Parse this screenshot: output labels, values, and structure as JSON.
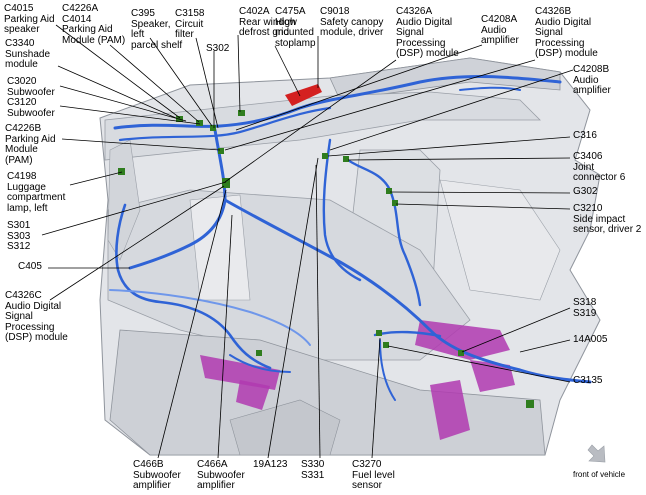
{
  "labels": {
    "c4015": "C4015\nParking Aid\nspeaker",
    "c4226a": "C4226A\nC4014\nParking Aid\nModule (PAM)",
    "c395": "C395\nSpeaker,\nleft\nparcel shelf",
    "c3158": "C3158\nCircuit\nfilter",
    "s302": "S302",
    "c402a": "C402A\nRear window\ndefrost grid",
    "c475a": "C475A\nHigh\nmounted\nstoplamp",
    "c9018": "C9018\nSafety canopy\nmodule, driver",
    "c4326a": "C4326A\nAudio Digital\nSignal\nProcessing\n(DSP) module",
    "c4208a": "C4208A\nAudio\namplifier",
    "c4326b": "C4326B\nAudio Digital\nSignal\nProcessing\n(DSP) module",
    "c3340": "C3340\nSunshade\nmodule",
    "c3020": "C3020\nSubwoofer",
    "c3120": "C3120\nSubwoofer",
    "c4226b": "C4226B\nParking Aid\nModule\n(PAM)",
    "c4198": "C4198\nLuggage\ncompartment\nlamp, left",
    "s301": "S301\nS303\nS312",
    "c405": "C405",
    "c4326c": "C4326C\nAudio Digital\nSignal\nProcessing\n(DSP) module",
    "c4208b": "C4208B\nAudio\namplifier",
    "c316": "C316",
    "c3406": "C3406\nJoint\nconnector 6",
    "g302": "G302",
    "c3210": "C3210\nSide impact\nsensor, driver 2",
    "s318": "S318\nS319",
    "a14a005": "14A005",
    "c3135": "C3135",
    "c466b": "C466B\nSubwoofer\namplifier",
    "c466a": "C466A\nSubwoofer\namplifier",
    "a19a123": "19A123",
    "s330": "S330\nS331",
    "c3270": "C3270\nFuel level\nsensor",
    "front": "front of vehicle"
  },
  "colors": {
    "harness": "#2f63d6",
    "harness_light": "#6f97ea",
    "connector": "#2f7d1e",
    "trim": "#b03ab0",
    "stoplamp": "#d42020",
    "body": "#c9ccd2",
    "body_dark": "#8f949c",
    "leader": "#000000"
  }
}
